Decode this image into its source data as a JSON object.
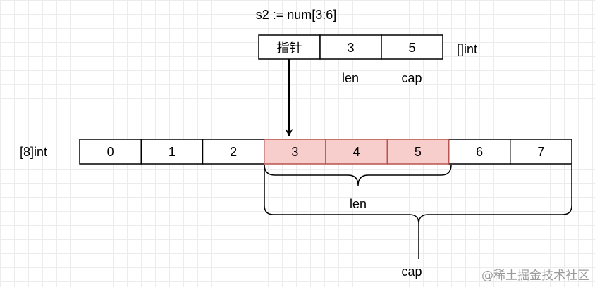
{
  "title": "s2 := num[3:6]",
  "slice": {
    "cells": [
      "指针",
      "3",
      "5"
    ],
    "type_label": "[]int",
    "len_label": "len",
    "cap_label": "cap"
  },
  "array": {
    "type_label": "[8]int",
    "cells": [
      "0",
      "1",
      "2",
      "3",
      "4",
      "5",
      "6",
      "7"
    ],
    "highlighted_indices": [
      3,
      4,
      5
    ]
  },
  "brace_len_label": "len",
  "brace_cap_label": "cap",
  "colors": {
    "highlight_fill": "#f8cecc",
    "highlight_stroke": "#b85450",
    "stroke": "#000000"
  },
  "watermark": "@稀土掘金技术社区"
}
